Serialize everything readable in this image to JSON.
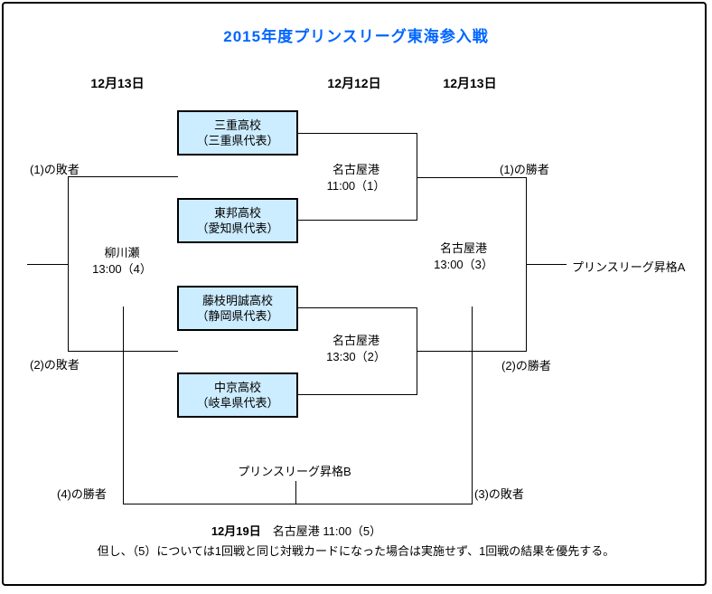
{
  "title": "2015年度プリンスリーグ東海参入戦",
  "date_headers": {
    "left": "12月13日",
    "middle": "12月12日",
    "right": "12月13日"
  },
  "teams": [
    {
      "name": "三重高校",
      "rep": "（三重県代表）"
    },
    {
      "name": "東邦高校",
      "rep": "（愛知県代表）"
    },
    {
      "name": "藤枝明誠高校",
      "rep": "（静岡県代表）"
    },
    {
      "name": "中京高校",
      "rep": "（岐阜県代表）"
    }
  ],
  "matches": {
    "m1": {
      "venue": "名古屋港",
      "time": "11:00（1）"
    },
    "m2": {
      "venue": "名古屋港",
      "time": "13:30（2）"
    },
    "m3": {
      "venue": "名古屋港",
      "time": "13:00（3）"
    },
    "m4": {
      "venue": "柳川瀬",
      "time": "13:00（4）"
    }
  },
  "labels": {
    "loser1": "(1)の敗者",
    "loser2": "(2)の敗者",
    "winner1": "(1)の勝者",
    "winner2": "(2)の勝者",
    "winner4": "(4)の勝者",
    "loser3": "(3)の敗者",
    "promotion_a": "プリンスリーグ昇格A",
    "promotion_b": "プリンスリーグ昇格B"
  },
  "footer": {
    "match5_date": "12月19日",
    "match5_rest": "　名古屋港 11:00（5）",
    "note": "但し、（5）については1回戦と同じ対戦カードになった場合は実施せず、1回戦の結果を優先する。"
  },
  "colors": {
    "title": "#0066ff",
    "team_box_fill": "#ccecff",
    "line": "#000000"
  }
}
